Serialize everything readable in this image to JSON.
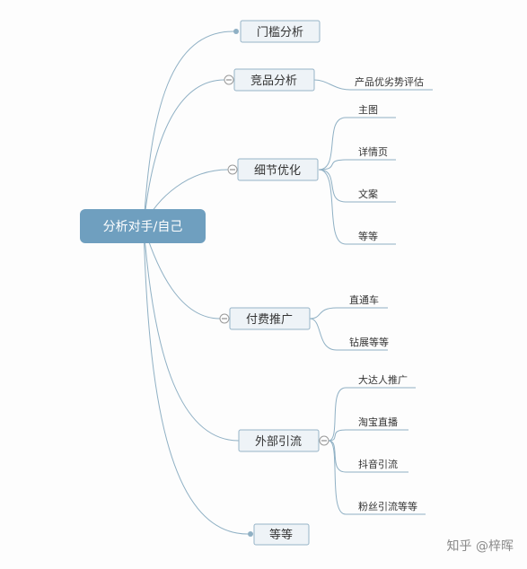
{
  "colors": {
    "root_fill": "#6f9fbf",
    "node_fill": "#eef3f7",
    "node_border": "#97b4c7",
    "line": "#8fb0c4",
    "watermark": "#8a8a8a"
  },
  "root": {
    "label": "分析对手/自己"
  },
  "branches": [
    {
      "label": "门槛分析",
      "collapse_icon": "dot",
      "children": []
    },
    {
      "label": "竞品分析",
      "collapse_icon": "minus",
      "children": [
        "产品优劣势评估"
      ]
    },
    {
      "label": "细节优化",
      "collapse_icon": "minus",
      "children": [
        "主图",
        "详情页",
        "文案",
        "等等"
      ]
    },
    {
      "label": "付费推广",
      "collapse_icon": "minus",
      "children": [
        "直通车",
        "钻展等等"
      ]
    },
    {
      "label": "外部引流",
      "collapse_icon": "minus",
      "children": [
        "大达人推广",
        "淘宝直播",
        "抖音引流",
        "粉丝引流等等"
      ]
    },
    {
      "label": "等等",
      "collapse_icon": "dot",
      "children": []
    }
  ],
  "watermark": "知乎 @梓晖"
}
